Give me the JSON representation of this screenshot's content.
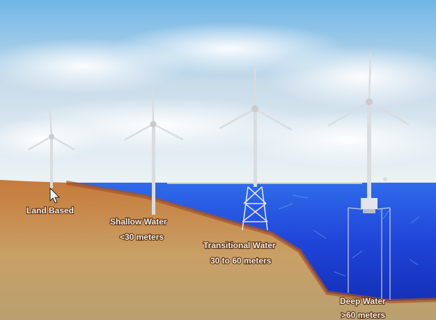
{
  "labels": {
    "land_based": "Land Based",
    "shallow_line1": "Shallow Water",
    "shallow_line2": "<30 meters",
    "transitional_line1": "Transitional Water",
    "transitional_line2": "30 to 60 meters",
    "deep_line1": "Deep Water",
    "deep_line2": ">60 meters"
  },
  "colors": {
    "sky_top": "#6fb6e6",
    "sky_bottom": "#e9f2f7",
    "sea": "#1f45d8",
    "seabed": "#c96a2f",
    "soil": "#c69a62",
    "turbine": "#d9dde0"
  },
  "icons": [
    "wind-turbine-icon",
    "lattice-jacket-icon",
    "floating-platform-icon",
    "mouse-cursor-icon"
  ]
}
